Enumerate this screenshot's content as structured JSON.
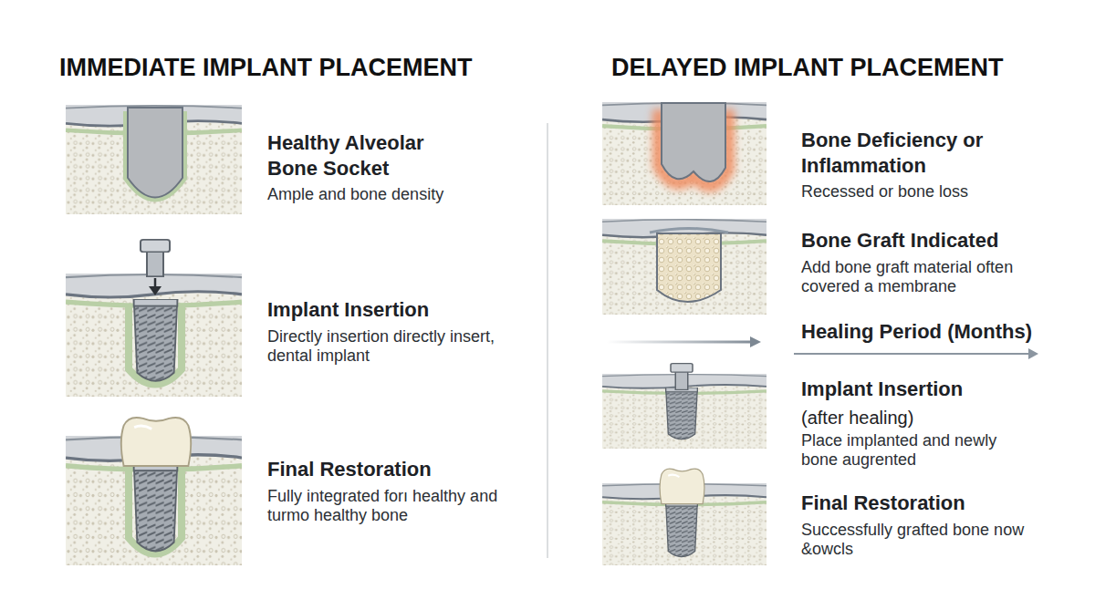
{
  "diagram": {
    "labels": [
      "IMMEDIATE IMPLANT PLACEMENT",
      "DELAYED IMPLANT PLACEMENT",
      "Healthy Alveolar Bone Socket",
      "Ample and bone density",
      "Implant Insertion",
      "Directly insertion directly insert, dental implant",
      "Final Restoration",
      "Fully integrated forı healthy and turmo healthy bone",
      "Bone Deficiency or Inflammation",
      "Recessed or bone loss",
      "Bone Graft Indicated",
      "Add bone graft material often covered a membrane",
      "Healing Period (Months)",
      "Implant Insertion",
      "(after healing)",
      "Place implanted and newly bone augrented",
      "Final Restoration",
      "Successfully grafted bone now &owcls"
    ]
  }
}
